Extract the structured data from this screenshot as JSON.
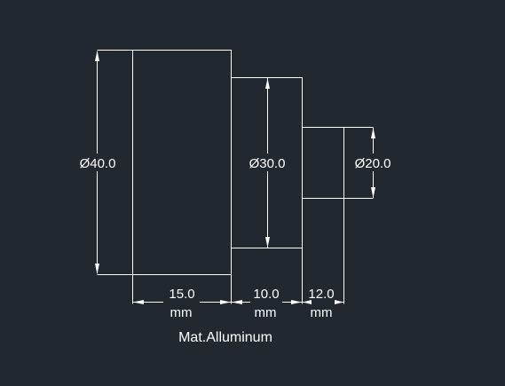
{
  "drawing": {
    "background_color": "#212830",
    "line_color": "#ffffff",
    "diameters": {
      "large": "Ø40.0",
      "medium": "Ø30.0",
      "small": "Ø20.0"
    },
    "lengths": {
      "large_value": "15.0",
      "large_unit": "mm",
      "medium_value": "10.0",
      "medium_unit": "mm",
      "small_value": "12.0",
      "small_unit": "mm"
    },
    "material": "Mat.Alluminum"
  }
}
